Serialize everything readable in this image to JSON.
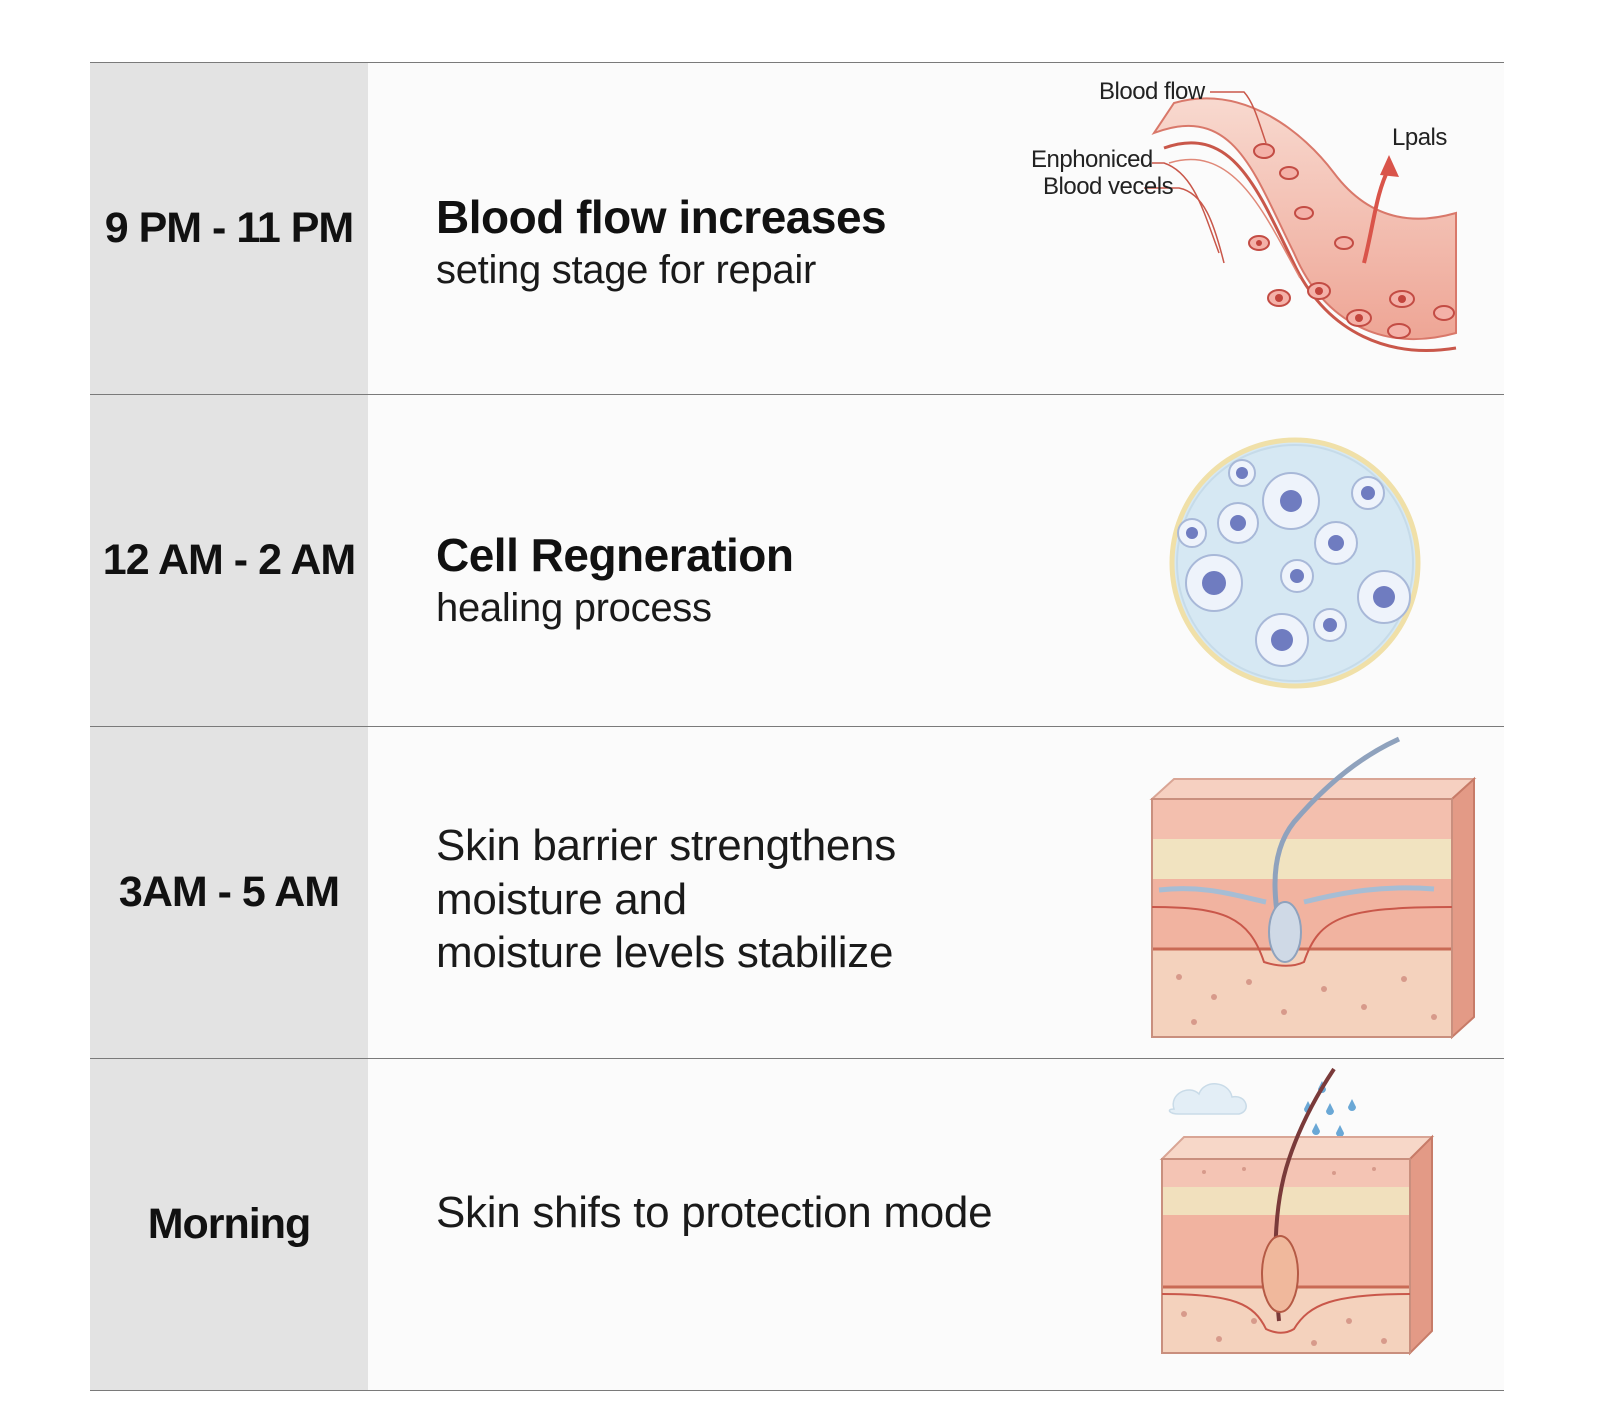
{
  "rows": [
    {
      "time": "9 PM - 11 PM",
      "title": "Blood flow increases",
      "lines": [
        "seting stage for repair"
      ],
      "illustration": "blood-vessel-illustration",
      "labels": {
        "blood_flow": "Blood flow",
        "enphoniced": "Enphoniced",
        "blood_vecels": "Blood vecels",
        "lpals": "Lpals"
      }
    },
    {
      "time": "12 AM - 2 AM",
      "title": "Cell Regneration",
      "lines": [
        "healing process"
      ],
      "illustration": "cell-circle-illustration"
    },
    {
      "time": "3AM - 5 AM",
      "title": "",
      "lines": [
        "Skin barrier strengthens",
        "moisture and",
        "moisture levels stabilize"
      ],
      "illustration": "skin-hair-follicle-illustration"
    },
    {
      "time": "Morning",
      "title": "",
      "lines": [
        "Skin shifs to protection mode"
      ],
      "illustration": "skin-protection-illustration"
    }
  ],
  "colors": {
    "time_column": "#e3e3e3",
    "divider": "#7a7a7a",
    "skin_pink": "#f2b6a6",
    "cell_blue": "#d6e8f3",
    "nucleus": "#6f7cc0"
  }
}
